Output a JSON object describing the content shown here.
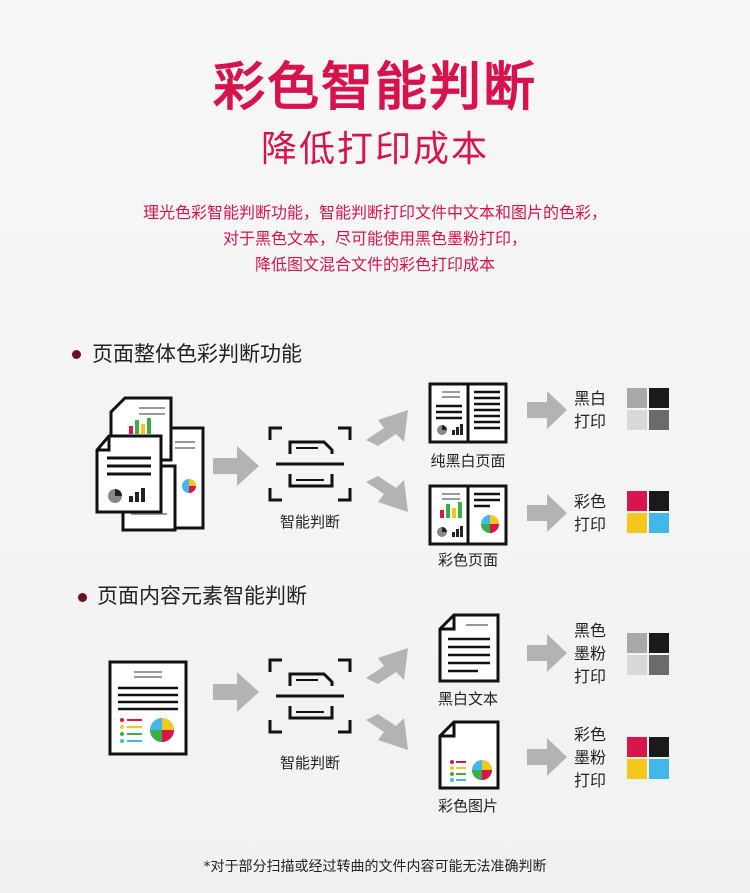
{
  "header": {
    "title": "彩色智能判断",
    "subtitle": "降低打印成本",
    "description_lines": [
      "理光色彩智能判断功能，智能判断打印文件中文本和图片的色彩，",
      "对于黑色文本，尽可能使用黑色墨粉打印，",
      "降低图文混合文件的彩色打印成本"
    ]
  },
  "section1": {
    "heading": "页面整体色彩判断功能",
    "judge_label": "智能判断",
    "outputs": [
      {
        "label": "纯黑白页面",
        "print_lines": [
          "黑白",
          "打印"
        ],
        "swatches": [
          "#a8a8a8",
          "#1a1a1a",
          "#d8d8d8",
          "#6b6b6b"
        ]
      },
      {
        "label": "彩色页面",
        "print_lines": [
          "彩色",
          "打印"
        ],
        "swatches": [
          "#d6164c",
          "#1a1a1a",
          "#f2c81e",
          "#43b7e8"
        ]
      }
    ]
  },
  "section2": {
    "heading": "页面内容元素智能判断",
    "judge_label": "智能判断",
    "outputs": [
      {
        "label": "黑白文本",
        "print_lines": [
          "黑色",
          "墨粉",
          "打印"
        ],
        "swatches": [
          "#a8a8a8",
          "#1a1a1a",
          "#d8d8d8",
          "#6b6b6b"
        ]
      },
      {
        "label": "彩色图片",
        "print_lines": [
          "彩色",
          "墨粉",
          "打印"
        ],
        "swatches": [
          "#d6164c",
          "#1a1a1a",
          "#f2c81e",
          "#43b7e8"
        ]
      }
    ]
  },
  "footnote": "*对于部分扫描或经过转曲的文件内容可能无法准确判断",
  "colors": {
    "accent": "#d7134d",
    "arrow": "#b3b3b3",
    "bullet": "#6b1020"
  },
  "icons": [
    "document-stack-icon",
    "scan-judge-icon",
    "arrow-icon",
    "document-icon",
    "color-swatch-icon"
  ]
}
